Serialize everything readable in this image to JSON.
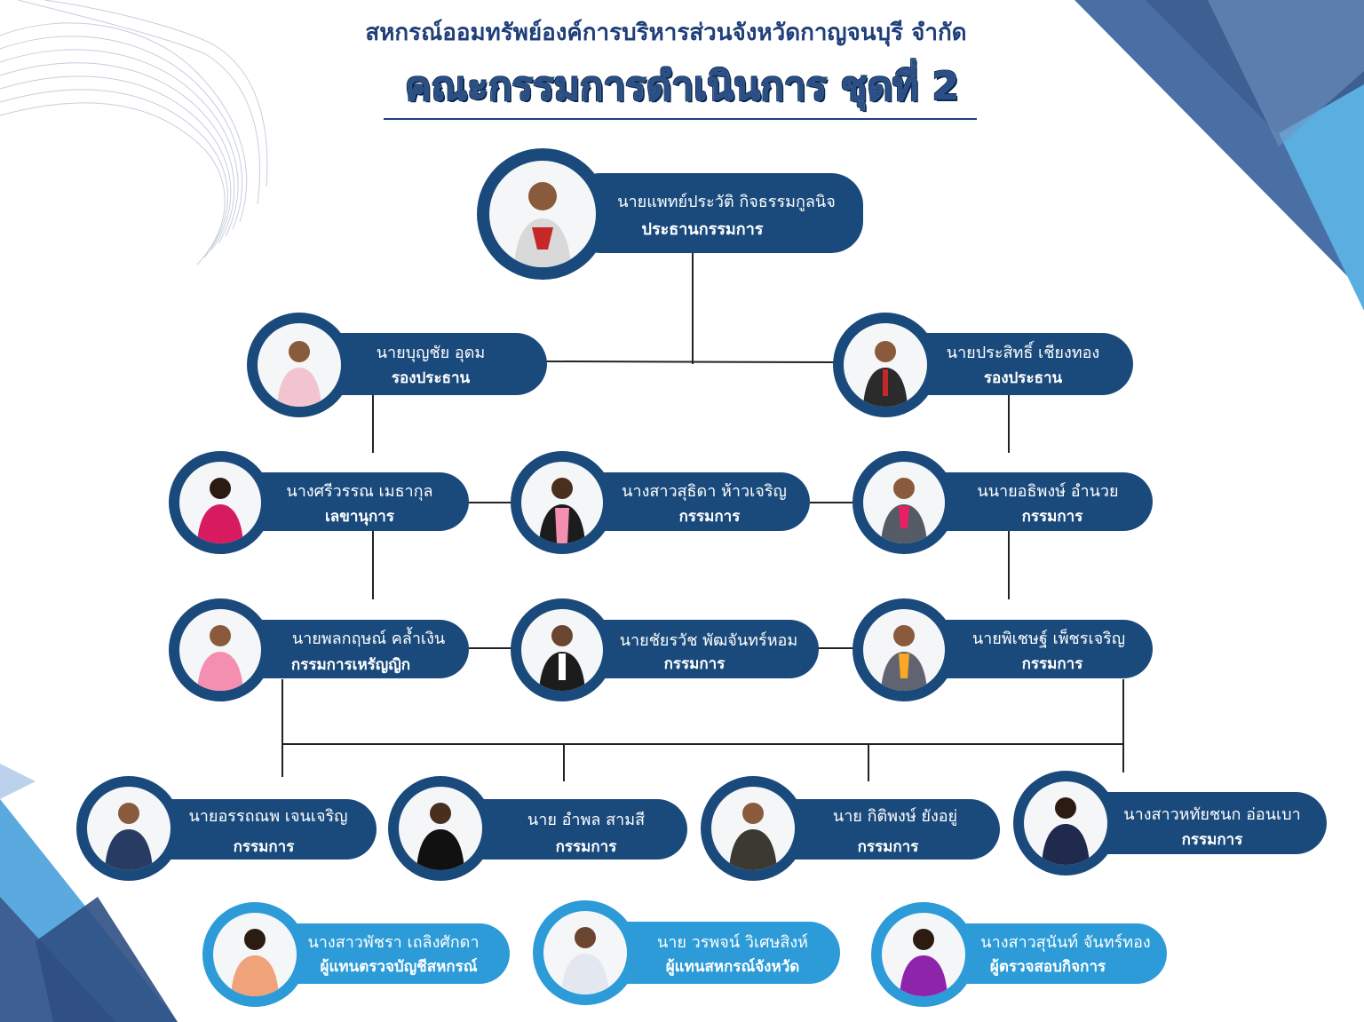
{
  "header": {
    "organization": "สหกรณ์ออมทรัพย์องค์การบริหารส่วนจังหวัดกาญจนบุรี จำกัด",
    "title": "คณะกรรมการดำเนินการ ชุดที่ 2"
  },
  "members": {
    "chairman": {
      "name": "นายแพทย์ประวัติ กิจธรรมกูลนิจ",
      "role": "ประธานกรรมการ"
    },
    "vice_left": {
      "name": "นายบุญชัย  อุดม",
      "role": "รองประธาน"
    },
    "vice_right": {
      "name": "นายประสิทธิ์ เชียงทอง",
      "role": "รองประธาน"
    },
    "secretary": {
      "name": "นางศรีวรรณ เมธากุล",
      "role": "เลขานุการ"
    },
    "m_sudida": {
      "name": "นางสาวสุธิดา ห้าวเจริญ",
      "role": "กรรมการ"
    },
    "m_aripong": {
      "name": "นนายอธิพงษ์ อำนวย",
      "role": "กรรมการ"
    },
    "treasurer": {
      "name": "นายพลกฤษณ์ คล้ำเงิน",
      "role": "กรรมการเหรัญญิก"
    },
    "m_chairawat": {
      "name": "นายชัยรวัช พัฒจันทร์หอม",
      "role": "กรรมการ"
    },
    "m_pichet": {
      "name": "นายพิเชษฐ์ เพ็ชรเจริญ",
      "role": "กรรมการ"
    },
    "m_anon": {
      "name": "นายอรรถณพ เจนเจริญ",
      "role": "กรรมการ"
    },
    "m_amphon": {
      "name": "นาย อำพล สามสี",
      "role": "กรรมการ"
    },
    "m_kittipong": {
      "name": "นาย กิติพงษ์ ยังอยู่",
      "role": "กรรมการ"
    },
    "m_hathaichanok": {
      "name": "นางสาวหทัยชนก อ่อนเบา",
      "role": "กรรมการ"
    },
    "rep_audit": {
      "name": "นางสาวพัชรา เถลิงศักดา",
      "role": "ผู้แทนตรวจบัญชีสหกรณ์"
    },
    "rep_coop": {
      "name": "นาย วรพจน์ วิเศษสิงห์",
      "role": "ผู้แทนสหกรณ์จังหวัด"
    },
    "inspector": {
      "name": "นางสาวสุนันท์  จันทร์ทอง",
      "role": "ผู้ตรวจสอบกิจการ"
    }
  },
  "colors": {
    "navy": "#1a4a7c",
    "light_blue": "#2c9bd8",
    "title": "#1f3f7a"
  }
}
